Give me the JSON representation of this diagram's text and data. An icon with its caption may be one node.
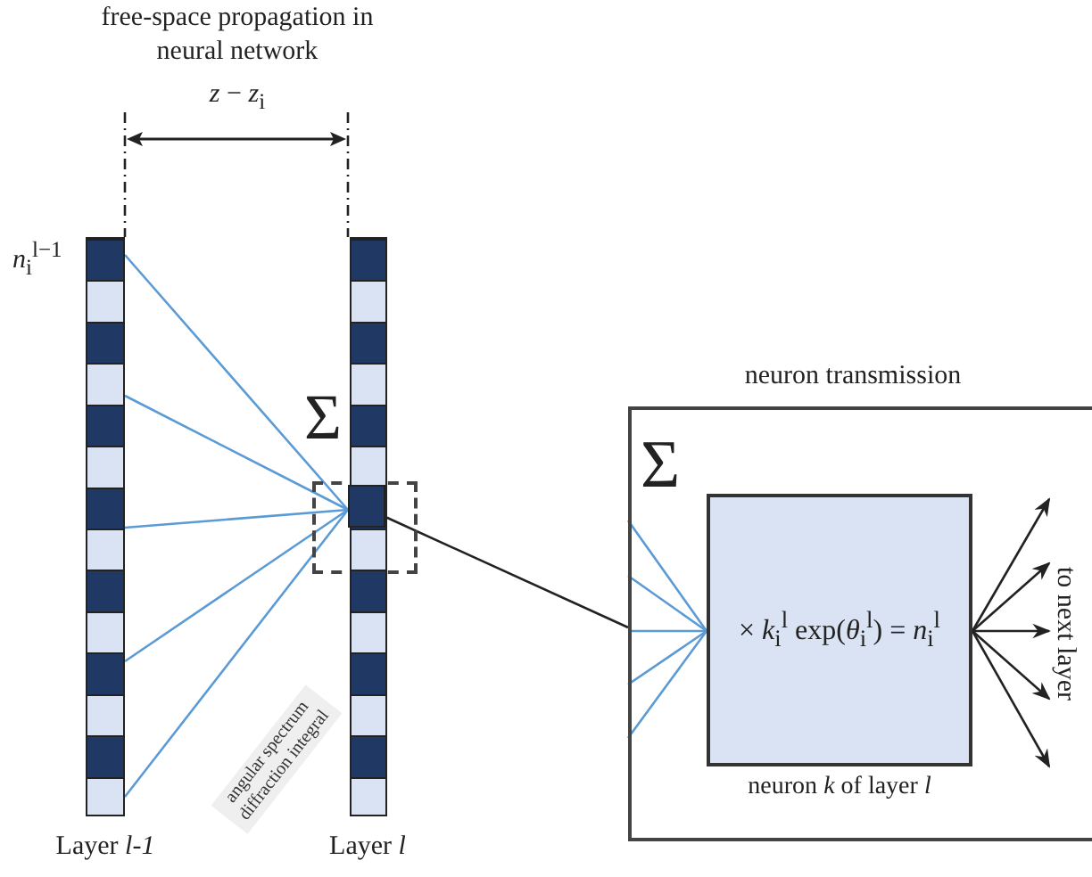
{
  "diagram": {
    "title": "free-space propagation in neural network",
    "nodes": [
      {
        "text": [
          "Layer *l-1*"
        ],
        "beside": [
          "*n*$_{i}$$^{l−1}$"
        ]
      },
      {
        "text": [
          "Layer *l*"
        ]
      },
      {
        "text": [],
        "shape": "box",
        "in": 1
      },
      {
        "text": [
          "neuron transmission"
        ]
      },
      {
        "text": [
          "× *k*$_{i}$$^{l}$ exp(*θ*$_{i}$$^{l}$) = *n*$_{i}$$^{l}$",
          "neuron *k* of layer *l*"
        ],
        "in": 3
      },
      {
        "text": [
          "angular spectrum diffraction integral"
        ]
      },
      {
        "text": [
          "to next layer"
        ]
      }
    ],
    "edges": [
      {
        "from": 0,
        "to": 2,
        "arrow": "none"
      },
      {
        "from": 0,
        "to": 2,
        "arrow": "none"
      },
      {
        "from": 0,
        "to": 2,
        "arrow": "none"
      },
      {
        "from": 0,
        "to": 2,
        "arrow": "none"
      },
      {
        "from": 0,
        "to": 2,
        "arrow": "none"
      },
      {
        "from": 2,
        "to": 3,
        "arrow": "none",
        "color": "#222222"
      },
      {
        "from": 3,
        "to": 4,
        "arrow": "none"
      },
      {
        "from": 3,
        "to": 4,
        "arrow": "none"
      },
      {
        "from": 3,
        "to": 4,
        "arrow": "none"
      },
      {
        "from": 3,
        "to": 4,
        "arrow": "none"
      },
      {
        "from": 3,
        "to": 4,
        "arrow": "none"
      },
      {
        "from": 4,
        "to": 6,
        "arrow": "to",
        "color": "#222222"
      },
      {
        "from": 4,
        "to": 6,
        "arrow": "to",
        "color": "#222222"
      },
      {
        "from": 4,
        "to": 6,
        "arrow": "to",
        "color": "#222222"
      },
      {
        "from": 4,
        "to": 6,
        "arrow": "to",
        "color": "#222222"
      },
      {
        "from": 4,
        "to": 6,
        "arrow": "to",
        "color": "#222222"
      }
    ],
    "labels": [
      "*z* − *z*$_{i}$",
      "Σ",
      "Σ"
    ]
  }
}
